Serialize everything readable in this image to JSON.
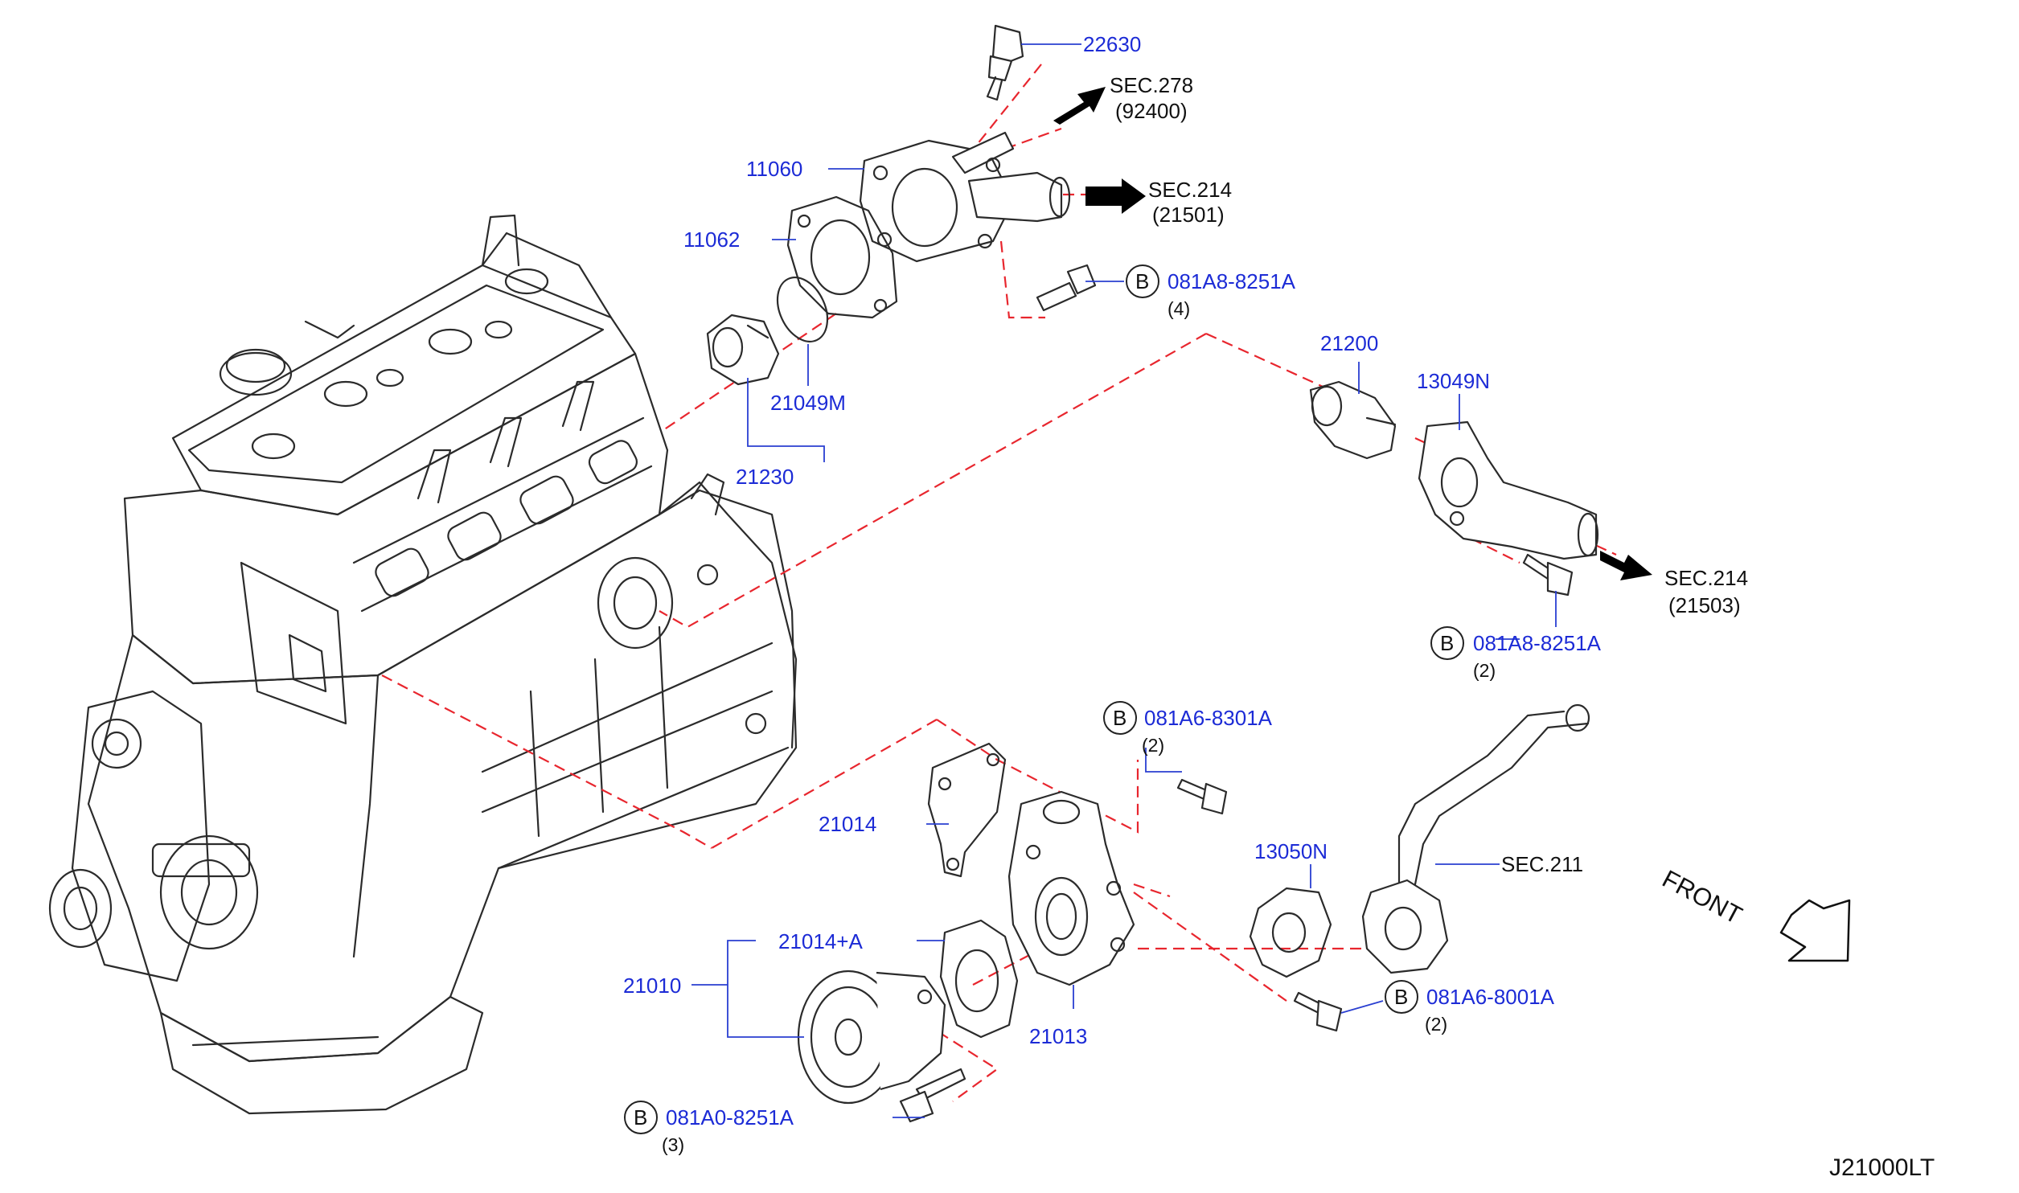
{
  "parts": {
    "p22630": "22630",
    "p11060": "11060",
    "p11062": "11062",
    "p21049m": "21049M",
    "p21230": "21230",
    "p21200": "21200",
    "p13049n": "13049N",
    "p21014": "21014",
    "p21014a": "21014+A",
    "p21010": "21010",
    "p21013": "21013",
    "p13050n": "13050N"
  },
  "sections": {
    "sec278": "SEC.278",
    "sec278_ref": "(92400)",
    "sec214a": "SEC.214",
    "sec214a_ref": "(21501)",
    "sec214b": "SEC.214",
    "sec214b_ref": "(21503)",
    "sec211": "SEC.211"
  },
  "bolts": [
    {
      "marker": "B",
      "part": "081A8-8251A",
      "qty": "(4)"
    },
    {
      "marker": "B",
      "part": "081A8-8251A",
      "qty": "(2)"
    },
    {
      "marker": "B",
      "part": "081A6-8301A",
      "qty": "(2)"
    },
    {
      "marker": "B",
      "part": "081A6-8001A",
      "qty": "(2)"
    },
    {
      "marker": "B",
      "part": "081A0-8251A",
      "qty": "(3)"
    }
  ],
  "front_label": "FRONT",
  "diagram_code": "J21000LT",
  "colors": {
    "part_number": "#1c2bd6",
    "dash_line": "#e8262e",
    "line_art": "#2b2b2b"
  }
}
